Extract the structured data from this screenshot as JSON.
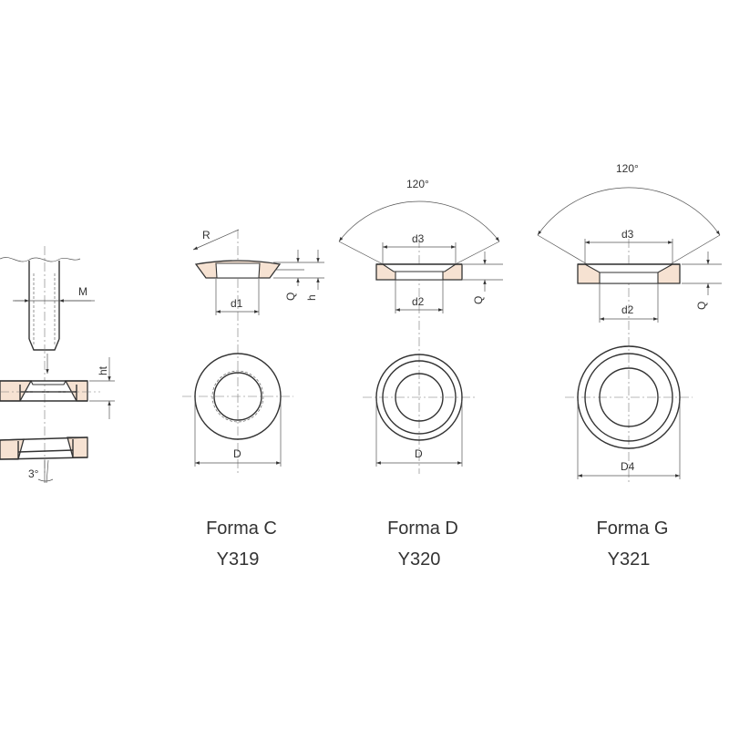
{
  "colors": {
    "line": "#333333",
    "section_fill": "#f6e2d2",
    "background": "#ffffff"
  },
  "left_detail": {
    "labels": {
      "thread": "M",
      "height": "ht",
      "angle": "3°"
    }
  },
  "forms": [
    {
      "id": "c",
      "name": "Forma C",
      "code": "Y319",
      "labels": {
        "radius": "R",
        "inner": "d1",
        "q": "Q",
        "h": "h",
        "outer": "D"
      }
    },
    {
      "id": "d",
      "name": "Forma D",
      "code": "Y320",
      "labels": {
        "angle": "120°",
        "top": "d3",
        "inner": "d2",
        "q": "Q",
        "outer": "D"
      }
    },
    {
      "id": "g",
      "name": "Forma G",
      "code": "Y321",
      "labels": {
        "angle": "120°",
        "top": "d3",
        "inner": "d2",
        "q": "Q",
        "outer": "D4"
      }
    }
  ]
}
